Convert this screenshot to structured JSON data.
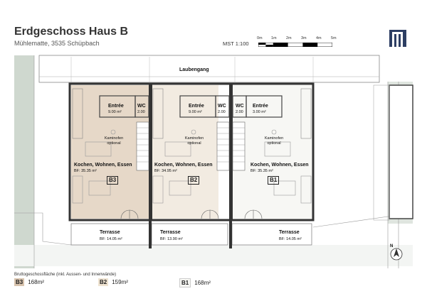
{
  "header": {
    "title": "Erdgeschoss Haus B",
    "subtitle": "Mühlematte, 3535 Schüpbach",
    "scale_label": "MST 1:100",
    "scale_ticks": [
      "0m",
      "1m",
      "2m",
      "3m",
      "4m",
      "5m"
    ]
  },
  "plan": {
    "corridor_label": "Laubengang",
    "units": [
      {
        "id": "B3",
        "entree": {
          "label": "Entrée",
          "area": "9.00 m²"
        },
        "wc": {
          "label": "WC",
          "area": "2.00"
        },
        "kaminofen": "Kaminofen optional",
        "living": {
          "label": "Kochen, Wohnen, Essen",
          "area": "BF: 35.35 m²"
        },
        "terrace": {
          "label": "Terrasse",
          "area": "BF: 14.05 m²"
        }
      },
      {
        "id": "B2",
        "entree": {
          "label": "Entrée",
          "area": "9.00 m²"
        },
        "wc": {
          "label": "WC",
          "area": "2.00"
        },
        "kaminofen": "Kaminofen optional",
        "living": {
          "label": "Kochen, Wohnen, Essen",
          "area": "BF: 34.95 m²"
        },
        "terrace": {
          "label": "Terrasse",
          "area": "BF: 13.90 m²"
        }
      },
      {
        "id": "B1",
        "entree": {
          "label": "Entrée",
          "area": "3.00 m²"
        },
        "wc": {
          "label": "WC",
          "area": "2.00"
        },
        "kaminofen": "Kaminofen optional",
        "living": {
          "label": "Kochen, Wohnen, Essen",
          "area": "BF: 35.35 m²"
        },
        "terrace": {
          "label": "Terrasse",
          "area": "BF: 14.05 m²"
        }
      }
    ],
    "north_label": "N"
  },
  "legend": {
    "caption": "Bruttogeschossfläche (inkl. Aussen- und Innenwände)",
    "items": [
      {
        "id": "B3",
        "value": "168m²",
        "color": "#d9c4ae"
      },
      {
        "id": "B2",
        "value": "159m²",
        "color": "#efe3d1"
      },
      {
        "id": "B1",
        "value": "168m²",
        "color": "#f6f6f2"
      }
    ]
  },
  "colors": {
    "unit_b3": "#e6d8c8",
    "unit_b2": "#f2ebe1",
    "unit_b1": "#f7f7f4",
    "wall": "#444444",
    "terrain": "#cfd8cf"
  }
}
